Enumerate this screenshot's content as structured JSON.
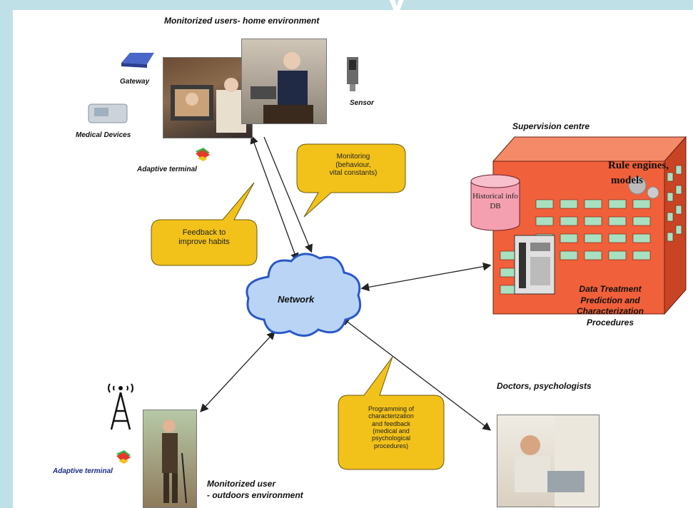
{
  "title_fragment": "y",
  "labels": {
    "home_env": "Monitorized users- home environment",
    "gateway": "Gateway",
    "medical_devices": "Medical Devices",
    "adaptive_terminal_home": "Adaptive  terminal",
    "sensor": "Sensor",
    "supervision_centre": "Supervision centre",
    "rule_engines_1": "Rule engines,",
    "rule_engines_2": "models",
    "historical_1": "Historical info",
    "historical_2": "DB",
    "data_treatment_1": "Data Treatment",
    "data_treatment_2": "Prediction and",
    "data_treatment_3": "Characterization",
    "data_treatment_4": "Procedures",
    "network": "Network",
    "doctors": "Doctors, psychologists",
    "adaptive_terminal_outdoor": "Adaptive  terminal",
    "outdoor_1": "Monitorized user",
    "outdoor_2": "- outdoors environment"
  },
  "bubbles": {
    "monitoring": [
      "Monitoring",
      "(behaviour,",
      "vital constants)"
    ],
    "feedback": [
      "Feedback to",
      "improve habits"
    ],
    "programming": [
      "Programming of",
      "characterization",
      "and feedback",
      "(medical and",
      "psychological",
      "procedures)"
    ]
  },
  "colors": {
    "background": "#bfe0e6",
    "building": "#f0603a",
    "window": "#a8e0c0",
    "bubble": "#f2c21a",
    "cloud": "#b9d4f5",
    "db": "#f4a0b0"
  }
}
